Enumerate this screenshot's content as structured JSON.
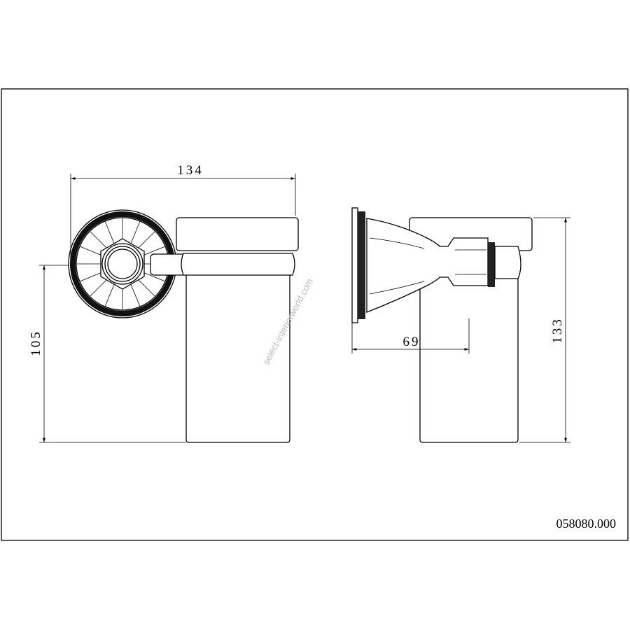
{
  "drawing": {
    "dimensions": {
      "width": "134",
      "wall_height": "105",
      "projection": "69",
      "height": "133"
    },
    "part_number": "058080.000",
    "watermark": "select-interiorworld.com"
  }
}
